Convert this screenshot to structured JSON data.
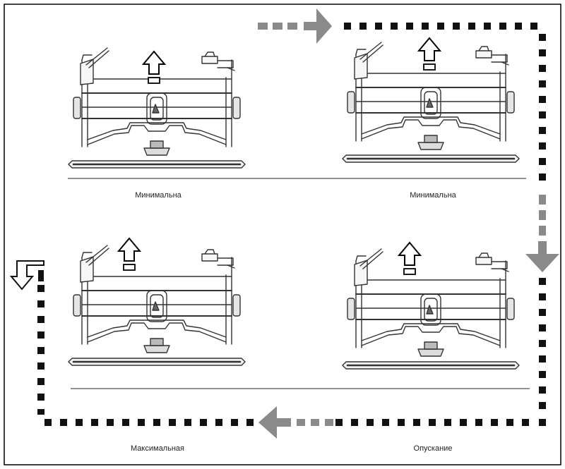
{
  "captions": {
    "top_left": "Минимальна",
    "top_right": "Минимальна",
    "bottom_left": "Максимальная",
    "bottom_right": "Опускание"
  },
  "icons": {
    "up_arrow": "up-arrow-icon",
    "flow_arrow": "flow-arrow-icon",
    "basket": "dish-rack-basket"
  },
  "colors": {
    "dash_dark": "#111111",
    "dash_grey": "#8a8a8a",
    "line_art": "#333333",
    "frame": "#000000"
  }
}
